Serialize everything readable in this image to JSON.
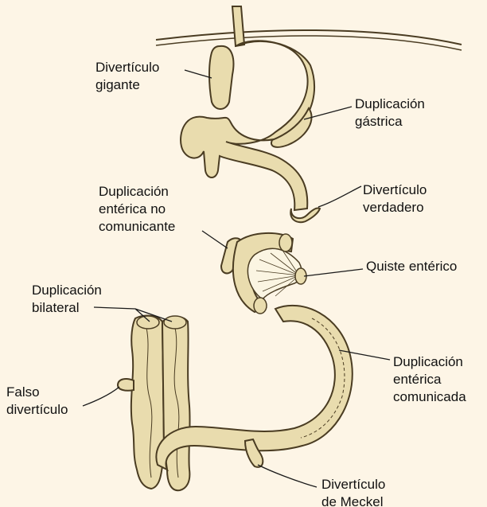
{
  "colors": {
    "page_background": "#fdf5e6",
    "tissue_fill": "#e9dcae",
    "tissue_outline": "#4a3c22",
    "cyst_fill": "#fbf5e2",
    "leader_line": "#1a1a1a",
    "label_text": "#111111"
  },
  "labels": {
    "giant_diverticulum": "Divertículo\ngigante",
    "gastric_duplication": "Duplicación\ngástrica",
    "true_diverticulum": "Divertículo\nverdadero",
    "noncommunicating_duplication": "Duplicación\nentérica no\ncomunicante",
    "enteric_cyst": "Quiste entérico",
    "bilateral_duplication": "Duplicación\nbilateral",
    "communicating_duplication": "Duplicación\nentérica\ncomunicada",
    "false_diverticulum": "Falso\ndivertículo",
    "meckel_diverticulum": "Divertículo\nde Meckel"
  }
}
